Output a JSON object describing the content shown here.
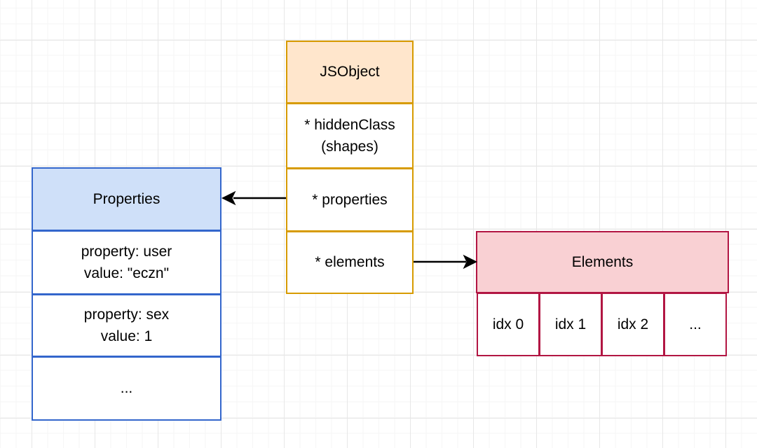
{
  "diagram": {
    "jsobject": {
      "title": "JSObject",
      "row_hidden_class": "* hiddenClass\n(shapes)",
      "row_properties": "* properties",
      "row_elements": "* elements"
    },
    "properties_table": {
      "title": "Properties",
      "row_user": "property: user\nvalue: \"eczn\"",
      "row_sex": "property: sex\nvalue: 1",
      "row_more": "..."
    },
    "elements_table": {
      "title": "Elements",
      "cells": [
        "idx 0",
        "idx 1",
        "idx 2",
        "..."
      ]
    },
    "icons": {
      "properties_pointer": "left-arrow",
      "elements_pointer": "right-arrow"
    },
    "colors": {
      "jsobject_fill": "#FFE6CC",
      "jsobject_border": "#D79B00",
      "properties_fill": "#CFE0F9",
      "properties_border": "#3366CC",
      "elements_fill": "#F9D0D3",
      "elements_border": "#B21643",
      "arrow": "#000000",
      "grid_minor": "#F6F6F6",
      "grid_major": "#E7E7E7"
    }
  }
}
